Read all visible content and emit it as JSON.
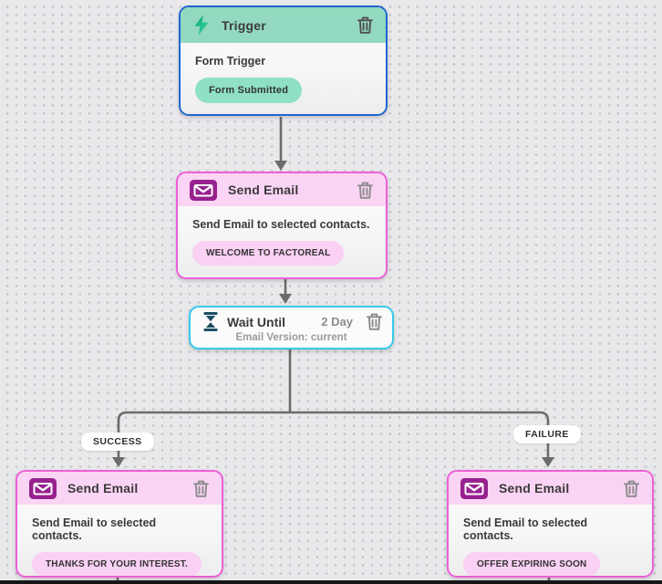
{
  "canvas": {
    "type": "workflow-builder"
  },
  "colors": {
    "canvas_bg": "#e9e9ec",
    "dot": "#c7c8cc",
    "connector": "#6b6b6b",
    "trigger_header_green": "#92d9bf",
    "trigger_border_blue": "#2166d1",
    "trigger_badge_green": "#8fe0c4",
    "lightning_green": "#12b886",
    "email_header_pink": "#fad4f4",
    "email_border_magenta": "#ee5fd8",
    "email_badge_pink": "#fad0f4",
    "envelope_purple": "#97218f",
    "wait_border_cyan": "#35cbe9",
    "hourglass_navy": "#1d4e63",
    "muted_text": "#8d8d8d",
    "title_text": "#3a3a3a"
  },
  "icons": {
    "trigger": "lightning-bolt",
    "email": "envelope",
    "wait": "hourglass",
    "delete": "trash"
  },
  "nodes": {
    "trigger": {
      "title": "Trigger",
      "description": "Form Trigger",
      "badge": "Form Submitted"
    },
    "email1": {
      "title": "Send Email",
      "description": "Send Email to selected contacts.",
      "badge": "WELCOME TO FACTOREAL"
    },
    "wait": {
      "title": "Wait Until",
      "duration": "2 Day",
      "subtitle": "Email Version: current"
    },
    "email_success": {
      "title": "Send Email",
      "description": "Send Email to selected contacts.",
      "badge": "THANKS FOR YOUR INTEREST."
    },
    "email_failure": {
      "title": "Send Email",
      "description": "Send Email to selected contacts.",
      "badge": "OFFER EXPIRING SOON"
    }
  },
  "branch_labels": {
    "success": "SUCCESS",
    "failure": "FAILURE"
  }
}
